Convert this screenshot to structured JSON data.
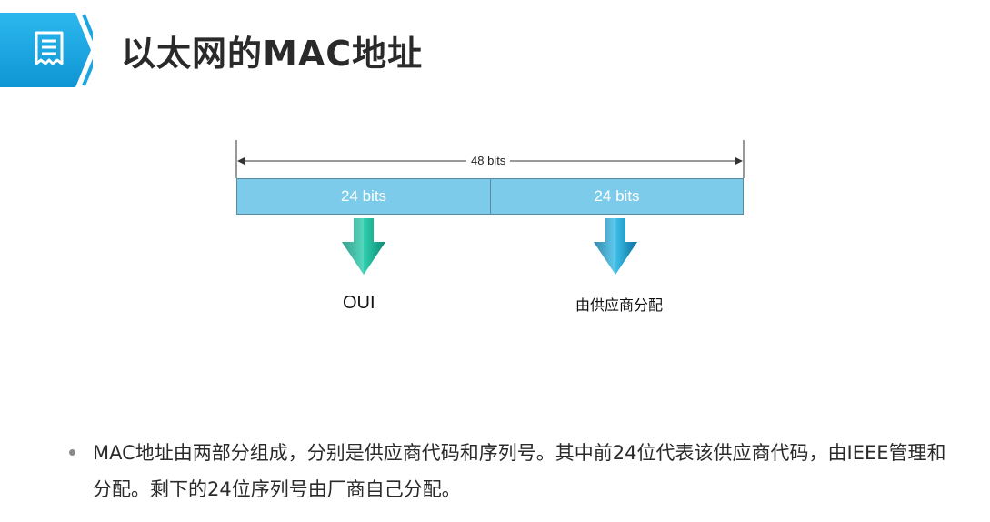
{
  "header": {
    "title": "以太网的MAC地址",
    "icon": "document-icon",
    "accent_color": "#1aa6e0"
  },
  "diagram": {
    "total_label": "48 bits",
    "segments": [
      {
        "label": "24 bits",
        "caption": "OUI"
      },
      {
        "label": "24 bits",
        "caption": "由供应商分配"
      }
    ],
    "bar_color": "#7ccbea",
    "arrow_colors": [
      "#1fb59a",
      "#1b98c8"
    ]
  },
  "bullet": {
    "text": "MAC地址由两部分组成，分别是供应商代码和序列号。其中前24位代表该供应商代码，由IEEE管理和分配。剩下的24位序列号由厂商自己分配。"
  }
}
